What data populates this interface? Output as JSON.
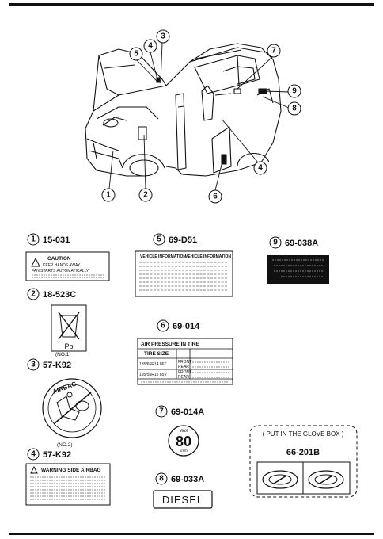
{
  "labels": [
    {
      "num": "1",
      "code": "15-031"
    },
    {
      "num": "2",
      "code": "18-523C"
    },
    {
      "num": "3",
      "code": "57-K92",
      "note": "(NO.1)"
    },
    {
      "num": "4",
      "code": "57-K92",
      "note": "(NO.2)"
    },
    {
      "num": "5",
      "code": "69-D51"
    },
    {
      "num": "6",
      "code": "69-014"
    },
    {
      "num": "7",
      "code": "69-014A"
    },
    {
      "num": "8",
      "code": "69-033A"
    },
    {
      "num": "9",
      "code": "69-038A"
    },
    {
      "num": "",
      "code": "66-201B"
    }
  ],
  "callouts_on_vehicle": [
    "1",
    "2",
    "3",
    "4",
    "5",
    "6",
    "7",
    "8",
    "9"
  ],
  "caution_label": {
    "heading": "CAUTION",
    "line1": "KEEP HANDS AWAY",
    "line2": "FAN STARTS AUTOMATICALLY"
  },
  "battery_label": {
    "text": "Pb"
  },
  "airbag_label": {
    "text": "AIRBAG"
  },
  "side_airbag_label": {
    "heading": "WARNING SIDE AIRBAG"
  },
  "vehicle_info_label": {
    "heading": "VEHICLE INFORMATION"
  },
  "tire_label": {
    "heading": "AIR PRESSURE IN TIRE",
    "col_size": "TIRE SIZE",
    "row1": "185/65R14 86T",
    "row2": "195/55R15 85V",
    "front": "FRONT",
    "rear": "REAR"
  },
  "speed_label": {
    "top": "MAX",
    "value": "80",
    "unit": "km/h"
  },
  "diesel_label": {
    "text": "DIESEL"
  },
  "glove_box": {
    "title": "( PUT IN THE GLOVE BOX )"
  }
}
